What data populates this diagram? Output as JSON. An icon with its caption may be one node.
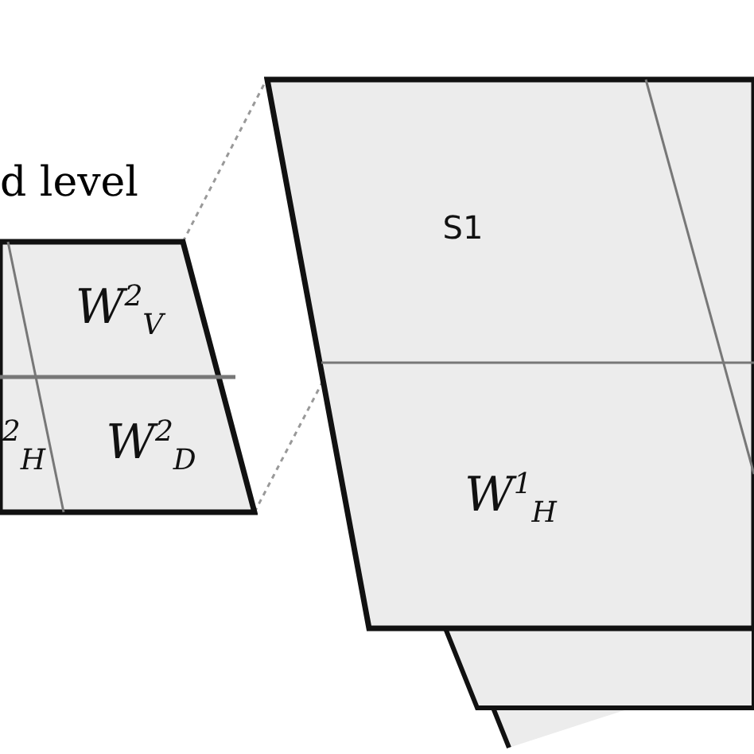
{
  "diagram": {
    "nodes": [
      {
        "text": [
          "d level"
        ]
      },
      {
        "text": [
          "W$^{2}$$_{V}$"
        ],
        "in": 0
      },
      {
        "text": [
          "$^{2}$$_{H}$"
        ],
        "in": 0
      },
      {
        "text": [
          "W$^{2}$$_{D}$"
        ],
        "in": 0
      },
      {
        "text": [],
        "shape": "box"
      },
      {
        "text": [
          "S1"
        ],
        "in": 4
      },
      {
        "text": [
          "W$^{1}$$_{H}$"
        ],
        "in": 4
      }
    ],
    "edges": [
      {
        "from": 0,
        "to": 4,
        "arrow": "none",
        "style": "dashed"
      },
      {
        "from": 0,
        "to": 4,
        "arrow": "none",
        "style": "dashed"
      }
    ]
  }
}
